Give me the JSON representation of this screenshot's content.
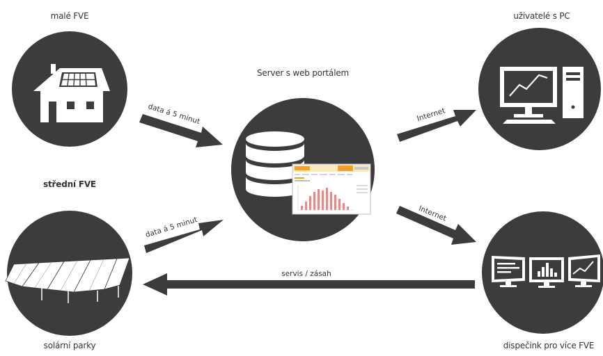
{
  "nodes": {
    "small_pv": {
      "label": "malé FVE"
    },
    "medium_pv": {
      "label": "střední FVE"
    },
    "solar_parks": {
      "label": "solární parky"
    },
    "server": {
      "label": "Server s web portálem"
    },
    "pc_users": {
      "label": "uživatelé s PC"
    },
    "dispatch": {
      "label": "dispečink pro více FVE"
    }
  },
  "arrows": {
    "small_to_server": "data á 5 minut",
    "parks_to_server": "data á 5 minut",
    "server_to_pc": "Internet",
    "server_to_dispatch": "Internet",
    "dispatch_to_parks": "servis / zásah"
  },
  "colors": {
    "circle": "#3c3c3c",
    "icon": "#ffffff",
    "accent_orange": "#f3a02b",
    "chart_pink": "#e38a8a"
  }
}
